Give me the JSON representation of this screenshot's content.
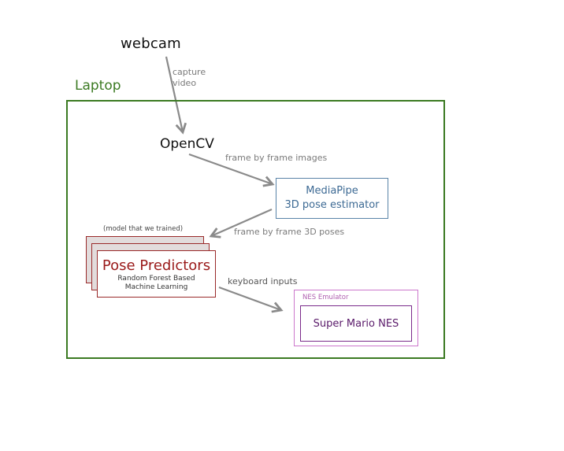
{
  "nodes": {
    "webcam": "webcam",
    "laptop": "Laptop",
    "opencv": "OpenCV",
    "mediapipe": {
      "line1": "MediaPipe",
      "line2": "3D pose estimator"
    },
    "pose_predictors": {
      "title": "Pose Predictors",
      "subtitle_line1": "Random Forest Based",
      "subtitle_line2": "Machine Learning",
      "note": "(model that we trained)"
    },
    "nes_emulator": {
      "label": "NES Emulator",
      "game": "Super Mario NES"
    }
  },
  "edges": {
    "capture": {
      "line1": "capture",
      "line2": "video"
    },
    "frame_images": "frame by frame images",
    "frame_3d_poses": "frame by frame 3D poses",
    "keyboard_inputs": "keyboard inputs"
  },
  "colors": {
    "laptop": "#3b7a22",
    "mediapipe": "#3d6a94",
    "pose_predictors": "#9a1a1a",
    "nes_emulator": "#b060b0",
    "mario": "#5a1a6a",
    "arrow": "#8a8a8a"
  }
}
